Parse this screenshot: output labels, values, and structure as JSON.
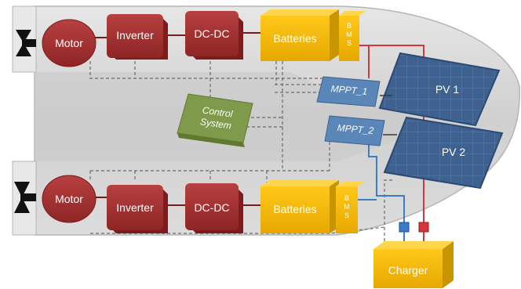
{
  "diagram": {
    "motors": [
      {
        "label": "Motor"
      },
      {
        "label": "Motor"
      }
    ],
    "inverters": [
      {
        "label": "Inverter"
      },
      {
        "label": "Inverter"
      }
    ],
    "dcdc": [
      {
        "label": "DC-DC"
      },
      {
        "label": "DC-DC"
      }
    ],
    "batteries": [
      {
        "label": "Batteries"
      },
      {
        "label": "Batteries"
      }
    ],
    "bms": [
      {
        "lines": [
          "B",
          "M",
          "S"
        ]
      },
      {
        "lines": [
          "B",
          "M",
          "S"
        ]
      }
    ],
    "mppt": [
      {
        "label": "MPPT_1"
      },
      {
        "label": "MPPT_2"
      }
    ],
    "pv": [
      {
        "label": "PV 1"
      },
      {
        "label": "PV 2"
      }
    ],
    "control": {
      "line1": "Control",
      "line2": "System"
    },
    "charger": {
      "label": "Charger"
    },
    "colors": {
      "hull": "#d6d6d6",
      "hull_shadow": "#a8a8a8",
      "component_red": "#a93232",
      "battery_yellow": "#f2b800",
      "mppt_blue": "#5b86b8",
      "pv_blue": "#3f6190",
      "control_green": "#7f9a4a",
      "wire_red": "#d8353a",
      "wire_blue": "#3a7cc6",
      "bus_dark_red": "#7c1a1a",
      "signal_dash": "#6f6f6f"
    }
  }
}
